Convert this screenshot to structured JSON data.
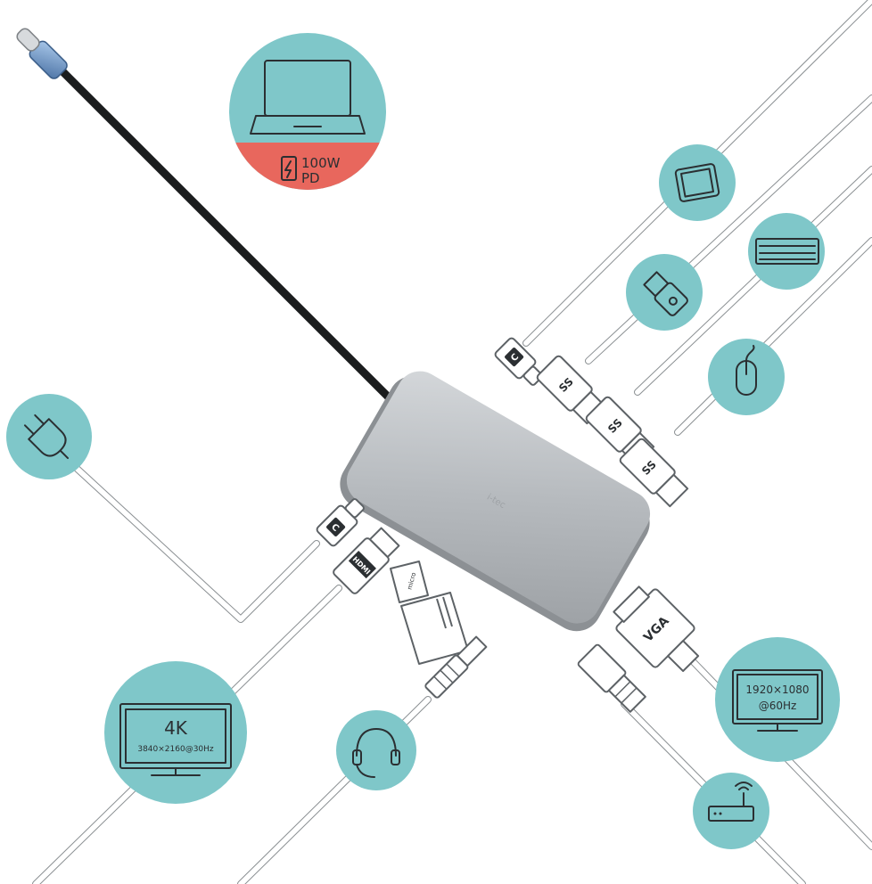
{
  "laptop": {
    "power_line1": "100W",
    "power_line2": "PD",
    "accent_color": "#e8675d"
  },
  "monitor_4k": {
    "title": "4K",
    "subtitle": "3840×2160@30Hz"
  },
  "monitor_vga": {
    "line1": "1920×1080",
    "line2": "@60Hz"
  },
  "connectors": {
    "hdmi_label": "HDMI",
    "vga_label": "VGA",
    "usbc_label": "C",
    "usb_ss_label": "SS"
  },
  "icons": [
    "laptop-icon",
    "power-plug-icon",
    "tablet-icon",
    "usb-flash-icon",
    "keyboard-icon",
    "mouse-icon",
    "monitor-4k-icon",
    "headset-icon",
    "monitor-vga-icon",
    "router-icon"
  ],
  "colors": {
    "circle": "#7fc7c9",
    "hub": "#b8bcc0",
    "cable": "#1b1d1e"
  }
}
